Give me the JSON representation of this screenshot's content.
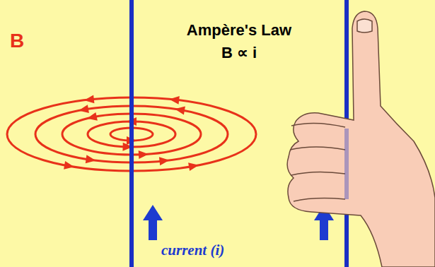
{
  "diagram": {
    "title": "Ampère's Law",
    "labels": [
      "B ∝ i",
      "B",
      "current (i)"
    ]
  }
}
